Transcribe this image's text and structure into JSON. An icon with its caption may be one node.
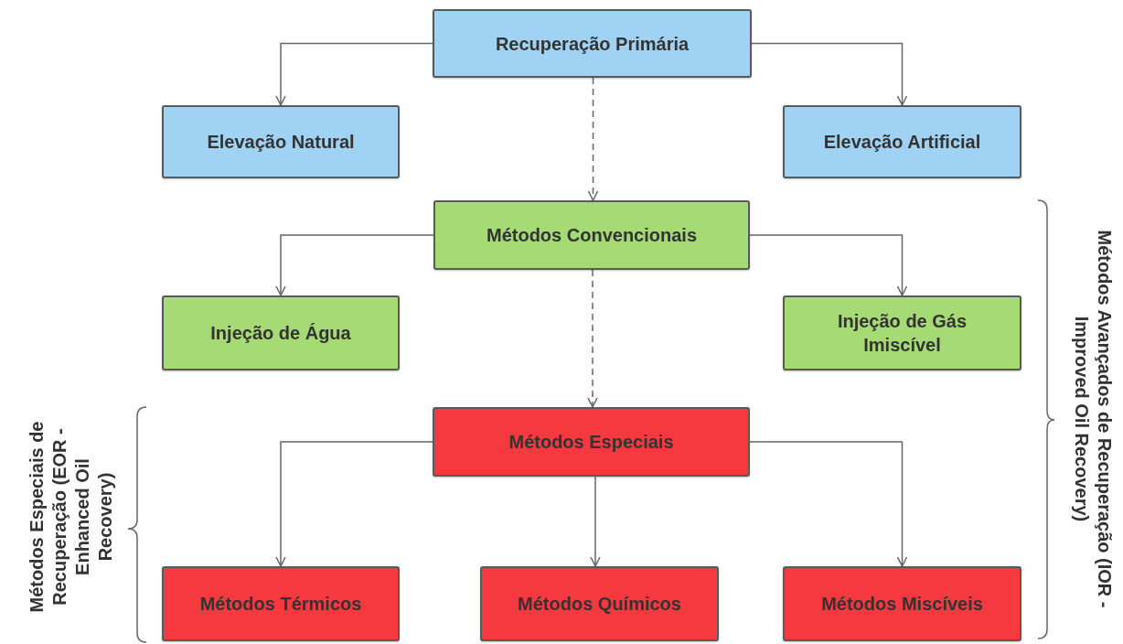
{
  "diagram": {
    "nodes": [
      {
        "text": [
          "Recuperação Primária"
        ]
      },
      {
        "text": [
          "Elevação Natural"
        ]
      },
      {
        "text": [
          "Elevação Artificial"
        ]
      },
      {
        "text": [
          "Métodos Convencionais"
        ]
      },
      {
        "text": [
          "Injeção de Água"
        ]
      },
      {
        "text": [
          "Injeção de Gás Imiscível"
        ]
      },
      {
        "text": [
          "Métodos Especiais"
        ]
      },
      {
        "text": [
          "Métodos Térmicos"
        ]
      },
      {
        "text": [
          "Métodos Químicos"
        ]
      },
      {
        "text": [
          "Métodos Miscíveis"
        ]
      }
    ],
    "edges": [
      {
        "from": 0,
        "to": 1,
        "arrow": "to"
      },
      {
        "from": 0,
        "to": 2,
        "arrow": "to"
      },
      {
        "from": 0,
        "to": 3,
        "arrow": "to",
        "style": "dashed"
      },
      {
        "from": 3,
        "to": 4,
        "arrow": "to"
      },
      {
        "from": 3,
        "to": 5,
        "arrow": "to"
      },
      {
        "from": 3,
        "to": 6,
        "arrow": "to",
        "style": "dashed"
      },
      {
        "from": 6,
        "to": 7,
        "arrow": "to"
      },
      {
        "from": 6,
        "to": 8,
        "arrow": "to"
      },
      {
        "from": 6,
        "to": 9,
        "arrow": "to"
      }
    ],
    "labels": [
      "Métodos Avançados de Recuperação (IOR - Improved Oil Recovery)",
      "Métodos Especiais de Recuperação (EOR - Enhanced Oil Recovery)"
    ]
  }
}
